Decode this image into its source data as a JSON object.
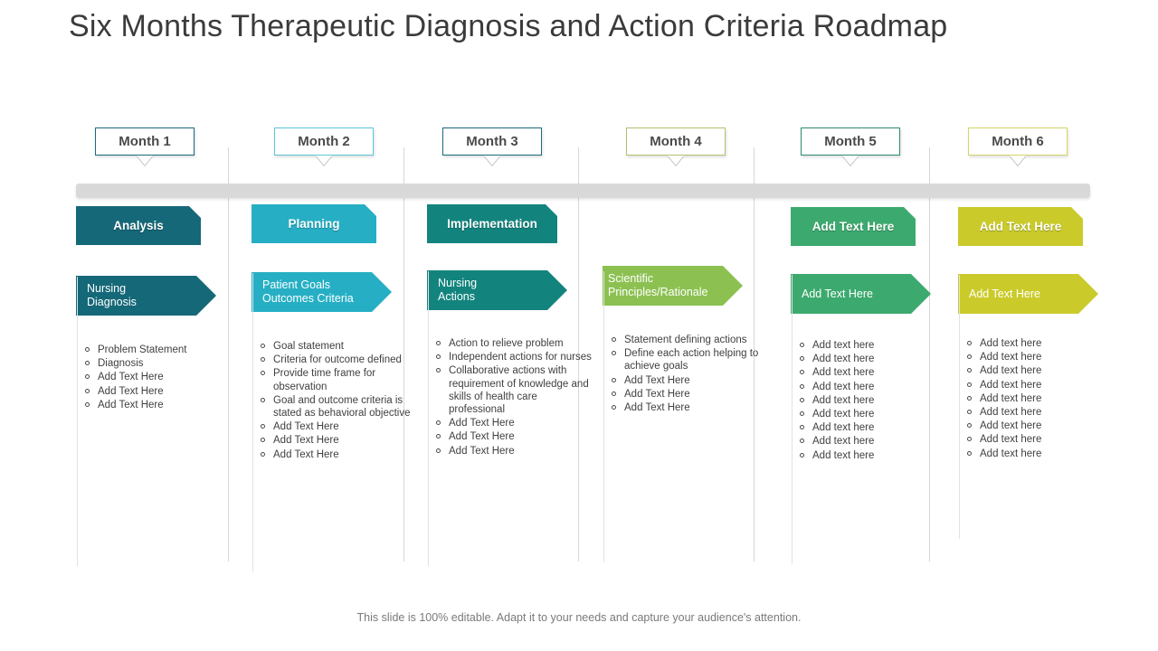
{
  "slide": {
    "title": "Six Months Therapeutic Diagnosis and Action Criteria Roadmap",
    "footer": "This slide is 100% editable. Adapt it to your needs and capture your audience's attention."
  },
  "colors": {
    "col1": "#156878",
    "col2": "#26AFC4",
    "col3": "#13847D",
    "col4": "#8CC152",
    "col5": "#3CAA6E",
    "col6": "#CACB2B",
    "month_border_1": "#1A6B7C",
    "month_border_2": "#5CC6D8",
    "month_border_3": "#1A6B7C",
    "month_border_4": "#B6BF6E",
    "month_border_5": "#2E8B74",
    "month_border_6": "#D4D46A",
    "timeline_bar": "#D9D9D9",
    "divider": "#D5D7D8",
    "title_text": "#3B3B3B",
    "body_text": "#404040",
    "footer_text": "#7A7A7A"
  },
  "months": [
    {
      "label": "Month 1"
    },
    {
      "label": "Month 2"
    },
    {
      "label": "Month 3"
    },
    {
      "label": "Month 4"
    },
    {
      "label": "Month 5"
    },
    {
      "label": "Month 6"
    }
  ],
  "columns": [
    {
      "header": "Analysis",
      "subtitle": "Nursing\nDiagnosis",
      "subtitle_line1": "Nursing",
      "subtitle_line2": "Diagnosis",
      "items": [
        "Problem Statement",
        "Diagnosis",
        "Add Text Here",
        "Add Text Here",
        "Add Text Here"
      ]
    },
    {
      "header": "Planning",
      "subtitle_line1": "Patient Goals",
      "subtitle_line2": "Outcomes Criteria",
      "items": [
        "Goal statement",
        "Criteria for outcome defined",
        "Provide time frame for observation",
        "Goal and outcome criteria is stated as behavioral objective",
        "Add Text Here",
        "Add Text Here",
        "Add Text Here"
      ]
    },
    {
      "header": "Implementation",
      "subtitle_line1": "Nursing",
      "subtitle_line2": "Actions",
      "items": [
        "Action to relieve problem",
        "Independent actions for nurses",
        "Collaborative actions with requirement of knowledge and skills of health care professional",
        "Add Text Here",
        "Add Text Here",
        "Add Text Here"
      ]
    },
    {
      "header": "",
      "subtitle_line1": "Scientific",
      "subtitle_line2": "Principles/Rationale",
      "items": [
        "Statement defining actions",
        "Define each action helping to achieve goals",
        "Add Text Here",
        "Add Text Here",
        "Add Text Here"
      ]
    },
    {
      "header": "Add Text Here",
      "subtitle_line1": "Add Text Here",
      "subtitle_line2": "",
      "items": [
        "Add text here",
        "Add text here",
        "Add text here",
        "Add text here",
        "Add text here",
        "Add text here",
        "Add text here",
        "Add text here",
        "Add text here"
      ]
    },
    {
      "header": "Add Text Here",
      "subtitle_line1": "Add Text Here",
      "subtitle_line2": "",
      "items": [
        "Add text here",
        "Add text here",
        "Add text here",
        "Add text here",
        "Add text here",
        "Add text here",
        "Add text here",
        "Add text here",
        "Add text here"
      ]
    }
  ]
}
